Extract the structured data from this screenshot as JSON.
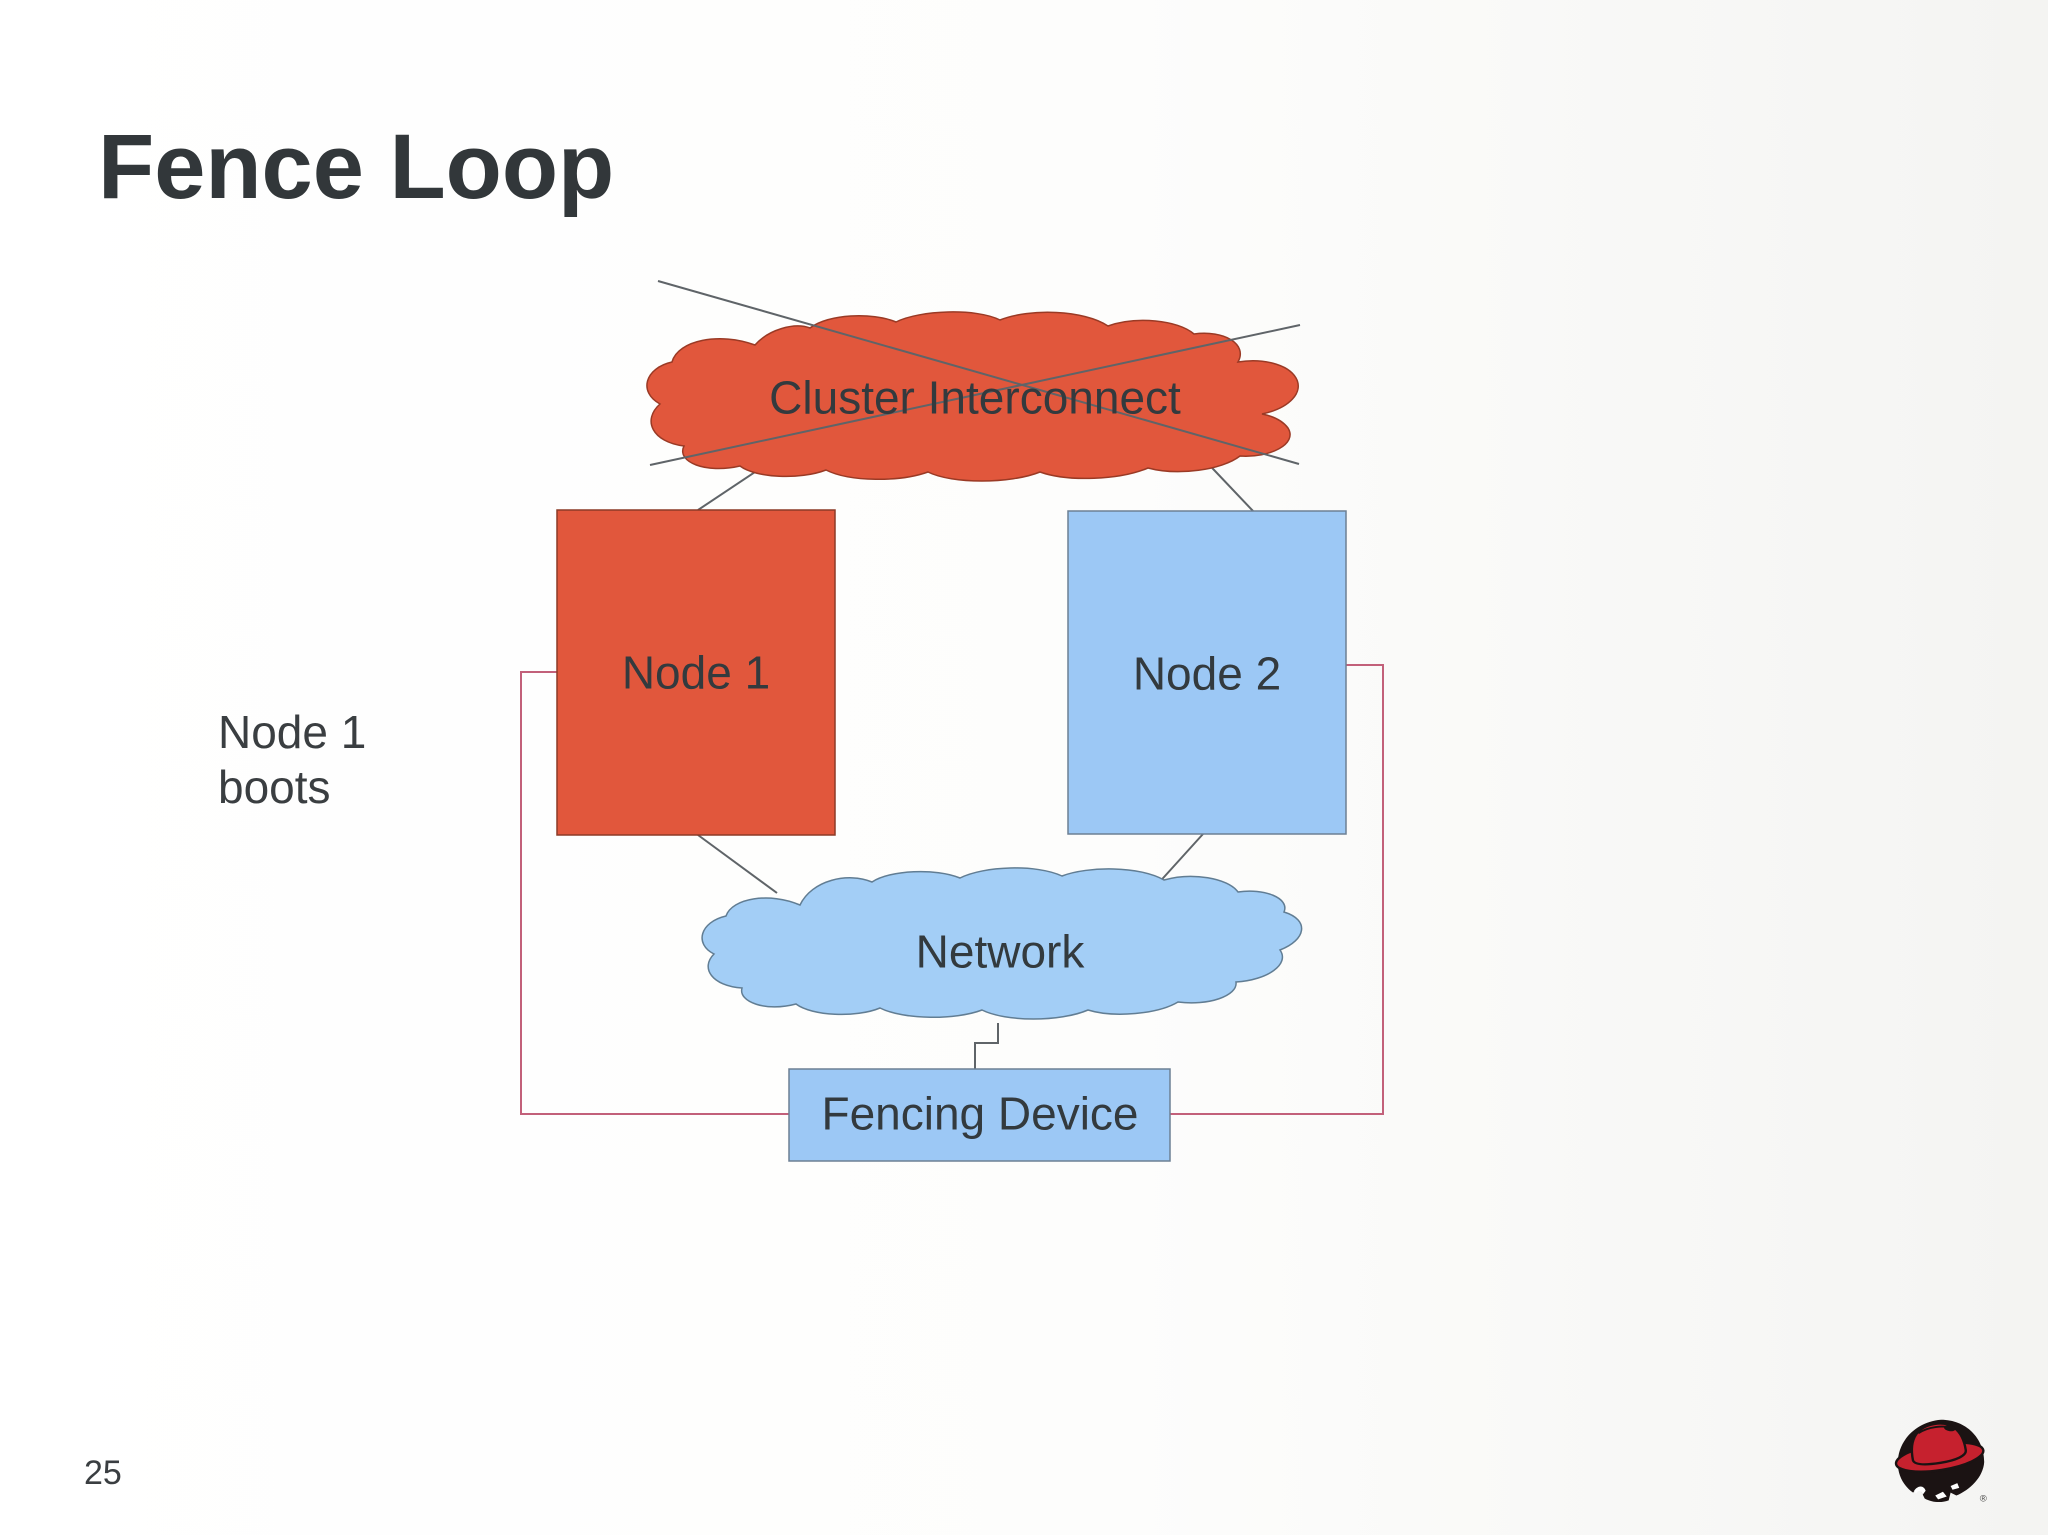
{
  "slide": {
    "title": "Fence Loop",
    "page_number": "25",
    "side_note": [
      "Node 1",
      "boots"
    ]
  },
  "diagram": {
    "cluster_interconnect_label": "Cluster Interconnect",
    "node1_label": "Node 1",
    "node2_label": "Node 2",
    "network_label": "Network",
    "fencing_device_label": "Fencing Device"
  },
  "logo": {
    "registered_symbol": "®"
  },
  "colors": {
    "orange_fill": "#e1573c",
    "orange_stroke": "#9a3a25",
    "blue_fill": "#9cc8f5",
    "blue_stroke": "#6d8094",
    "network_fill": "#a3cef6",
    "connector_gray": "#5f6468",
    "fence_loop_pink": "#c2607a",
    "text_dark": "#343a3e",
    "logo_red": "#c6212e",
    "logo_black": "#1b1313"
  }
}
